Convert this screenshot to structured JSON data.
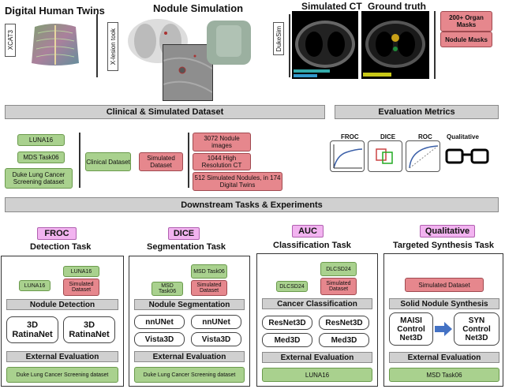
{
  "top": {
    "digital_twins_title": "Digital Human Twins",
    "xcat_label": "XCAT3",
    "nodule_sim_title": "Nodule Simulation",
    "xlesion_label": "X-lesion took",
    "dukesim_label": "DukeSim",
    "sim_ct_title": "Simulated CT",
    "ground_truth_title": "Ground truth",
    "organ_masks": "200+ Organ Masks",
    "nodule_masks": "Nodule Masks"
  },
  "sections": {
    "dataset_title": "Clinical & Simulated Dataset",
    "metrics_title": "Evaluation Metrics",
    "downstream_title": "Downstream Tasks & Experiments"
  },
  "dataset": {
    "clinical_sources": [
      "LUNA16",
      "MDS Task06",
      "Duke Lung Cancer Screening dataset"
    ],
    "clinical_label": "Clinical Dataset",
    "simulated_label": "Simulated Dataset",
    "simulated_details": [
      "3072 Nodule images",
      "1044 High Resolution CT",
      "512 Simulated Nodules, in 174 Digital Twins"
    ]
  },
  "metrics": {
    "froc": "FROC",
    "dice": "DICE",
    "roc": "ROC",
    "qualitative": "Qualitative"
  },
  "tasks": [
    {
      "badge": "FROC",
      "title": "Detection Task",
      "inputs": [
        "LUNA16",
        "Simulated Dataset"
      ],
      "header": "Nodule Detection",
      "models": [
        "3D RatinaNet",
        "3D RatinaNet"
      ],
      "eval_title": "External Evaluation",
      "eval_dataset": "Duke Lung Cancer Screening dataset"
    },
    {
      "badge": "DICE",
      "title": "Segmentation Task",
      "inputs": [
        "MSD Task06",
        "MSD Task06",
        "Simulated Dataset"
      ],
      "header": "Nodule Segmentation",
      "models": [
        "nnUNet",
        "nnUNet",
        "Vista3D",
        "Vista3D"
      ],
      "eval_title": "External Evaluation",
      "eval_dataset": "Duke Lung Cancer Screening dataset"
    },
    {
      "badge": "AUC",
      "title": "Classification Task",
      "inputs": [
        "DLCSD24",
        "DLCSD24",
        "Simulated Dataset"
      ],
      "header": "Cancer Classification",
      "models": [
        "ResNet3D",
        "ResNet3D",
        "Med3D",
        "Med3D"
      ],
      "eval_title": "External Evaluation",
      "eval_dataset": "LUNA16"
    },
    {
      "badge": "Qualitative",
      "title": "Targeted Synthesis Task",
      "inputs": [
        "Simulated Dataset"
      ],
      "header": "Solid Nodule Synthesis",
      "models": [
        "MAISI Control Net3D",
        "SYN Control Net3D"
      ],
      "eval_title": "External Evaluation",
      "eval_dataset": "MSD Task06"
    }
  ],
  "colors": {
    "green": "#a9d18e",
    "red": "#e6878d",
    "pink": "#f2b3f0",
    "grey_bar": "#d0d0d0",
    "arrow_blue": "#4472c4"
  }
}
